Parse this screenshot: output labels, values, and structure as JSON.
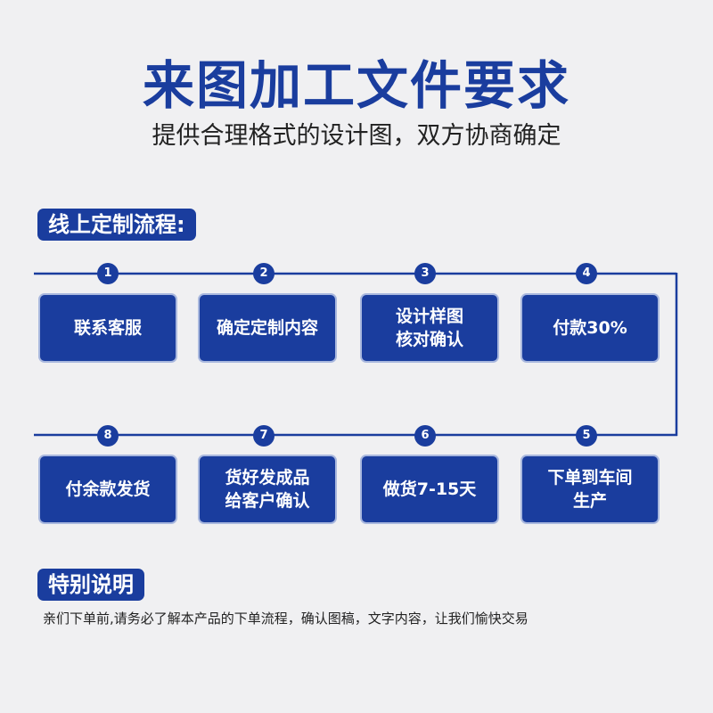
{
  "header": {
    "title": "来图加工文件要求",
    "subtitle": "提供合理格式的设计图，双方协商确定"
  },
  "flow_section": {
    "label": "线上定制流程:",
    "steps": [
      {
        "number": "1",
        "text": "联系客服"
      },
      {
        "number": "2",
        "text": "确定定制内容"
      },
      {
        "number": "3",
        "text": "设计样图\n核对确认"
      },
      {
        "number": "4",
        "text": "付款30%"
      },
      {
        "number": "5",
        "text": "下单到车间\n生产"
      },
      {
        "number": "6",
        "text": "做货7-15天"
      },
      {
        "number": "7",
        "text": "货好发成品\n给客户确认"
      },
      {
        "number": "8",
        "text": "付余款发货"
      }
    ]
  },
  "note_section": {
    "label": "特别说明",
    "text": "亲们下单前,请务必了解本产品的下单流程，确认图稿，文字内容，让我们愉快交易"
  },
  "colors": {
    "brand_blue": "#1a3d9e",
    "box_border": "#a9b8de",
    "background": "#f0f0f2"
  }
}
